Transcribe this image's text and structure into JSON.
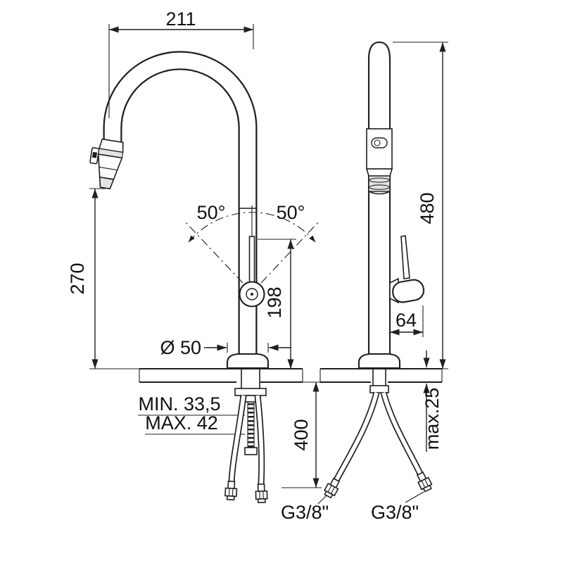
{
  "colors": {
    "line": "#1f1f1f",
    "ink": "#111111",
    "paper": "#ffffff",
    "shade": "#e3e3e3"
  },
  "drawing": {
    "subject": "kitchen-faucet-technical-drawing",
    "views": [
      "front",
      "side"
    ]
  },
  "front_view": {
    "reach_label": "211",
    "height_label": "270",
    "swivel_left_label": "50°",
    "swivel_right_label": "50°",
    "handle_height_label": "198",
    "base_diameter_label": "Ø 50",
    "deck_min_label": "MIN. 33,5",
    "deck_max_label": "MAX. 42",
    "hose_length_label": "400"
  },
  "side_view": {
    "total_height_label": "480",
    "handle_reach_label": "64",
    "deck_thickness_label": "max.25",
    "left_connection_label": "G3/8\"",
    "right_connection_label": "G3/8\""
  }
}
